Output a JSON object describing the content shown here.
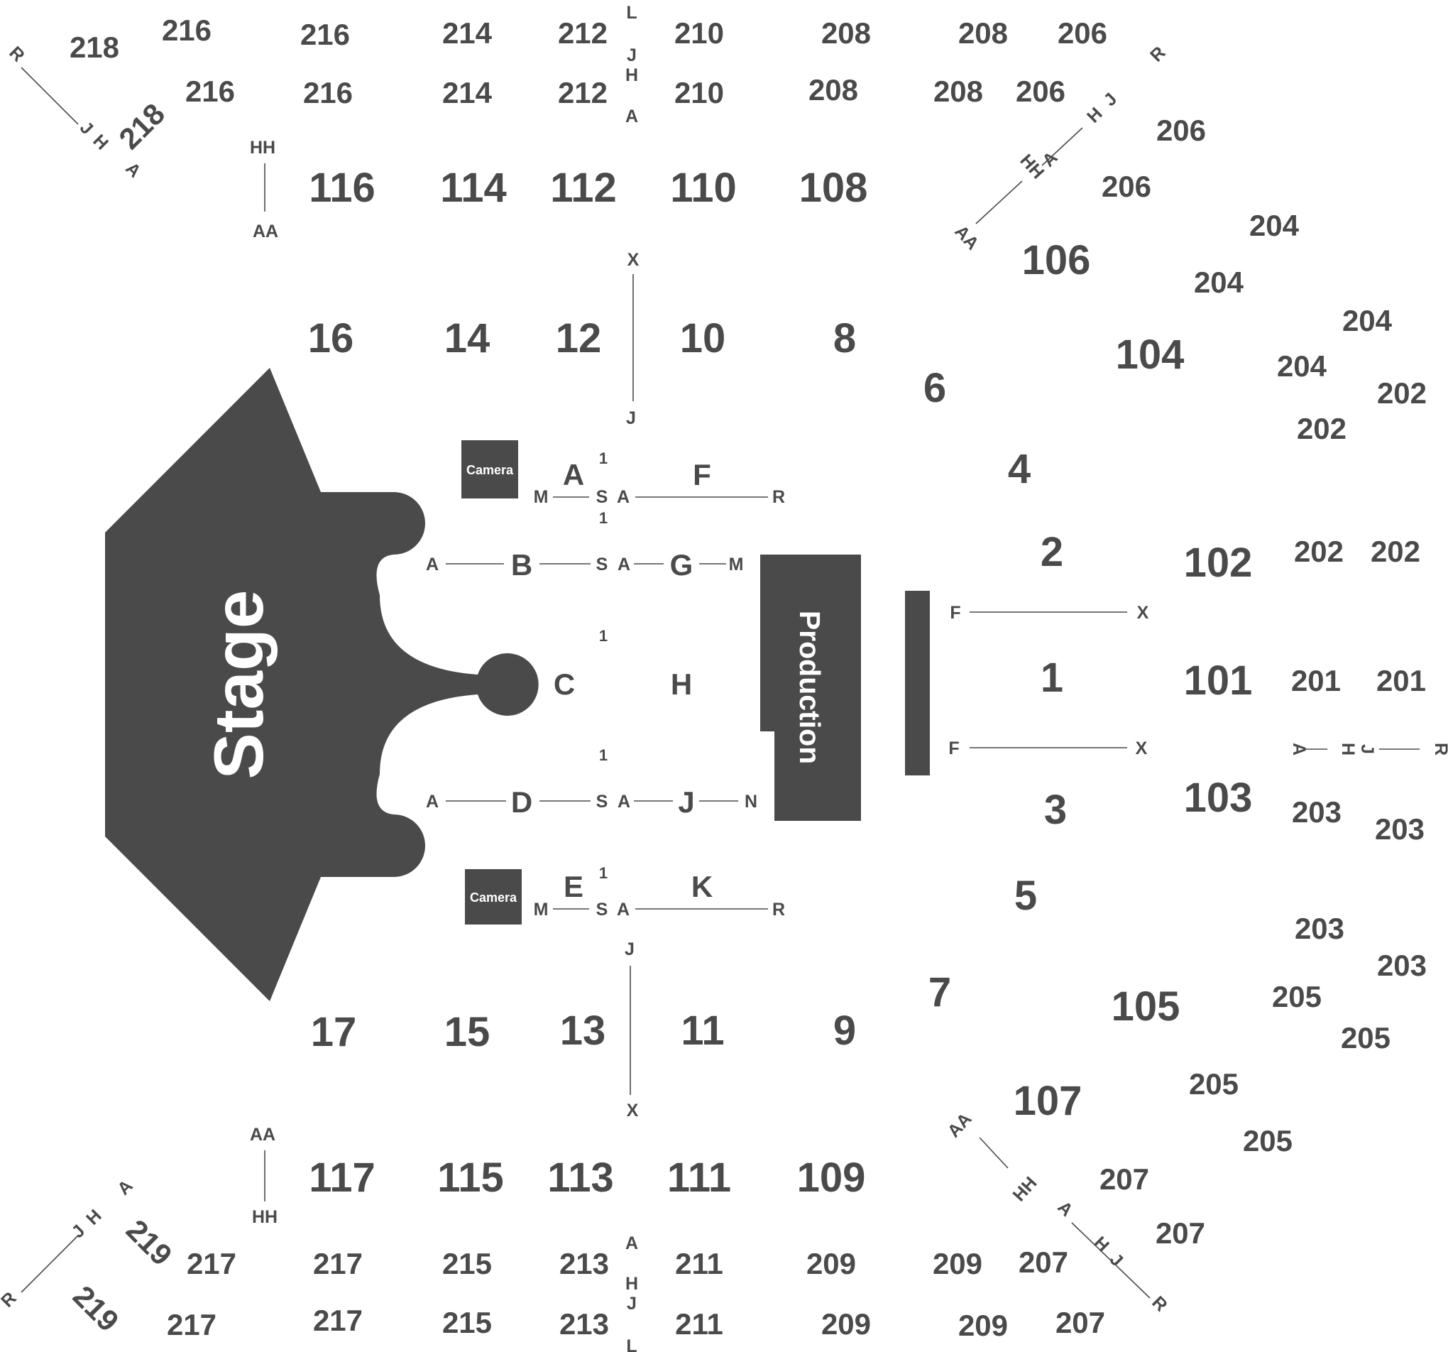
{
  "venue": {
    "stage_label": "Stage",
    "production_label": "Production",
    "camera_label": "Camera"
  },
  "sections": {
    "floor": [
      "A",
      "B",
      "C",
      "D",
      "E",
      "F",
      "G",
      "H",
      "J",
      "K"
    ],
    "lower": [
      "1",
      "2",
      "3",
      "4",
      "5",
      "6",
      "7",
      "8",
      "9",
      "10",
      "11",
      "12",
      "13",
      "14",
      "15",
      "16",
      "17"
    ],
    "sections_100": [
      "101",
      "102",
      "103",
      "104",
      "105",
      "106",
      "107",
      "108",
      "109",
      "110",
      "111",
      "112",
      "113",
      "114",
      "115",
      "116",
      "117"
    ],
    "sections_200": [
      "201",
      "202",
      "203",
      "204",
      "205",
      "206",
      "207",
      "208",
      "209",
      "210",
      "211",
      "212",
      "213",
      "214",
      "215",
      "216",
      "217",
      "218",
      "219"
    ]
  },
  "row_markers": {
    "floor_rows": [
      "1",
      "S",
      "A",
      "M",
      "R",
      "N"
    ],
    "lower_rows": [
      "X",
      "J",
      "F"
    ],
    "upper_100_rows": [
      "AA",
      "HH"
    ],
    "upper_200_rows": [
      "A",
      "H",
      "J",
      "L",
      "R"
    ]
  }
}
